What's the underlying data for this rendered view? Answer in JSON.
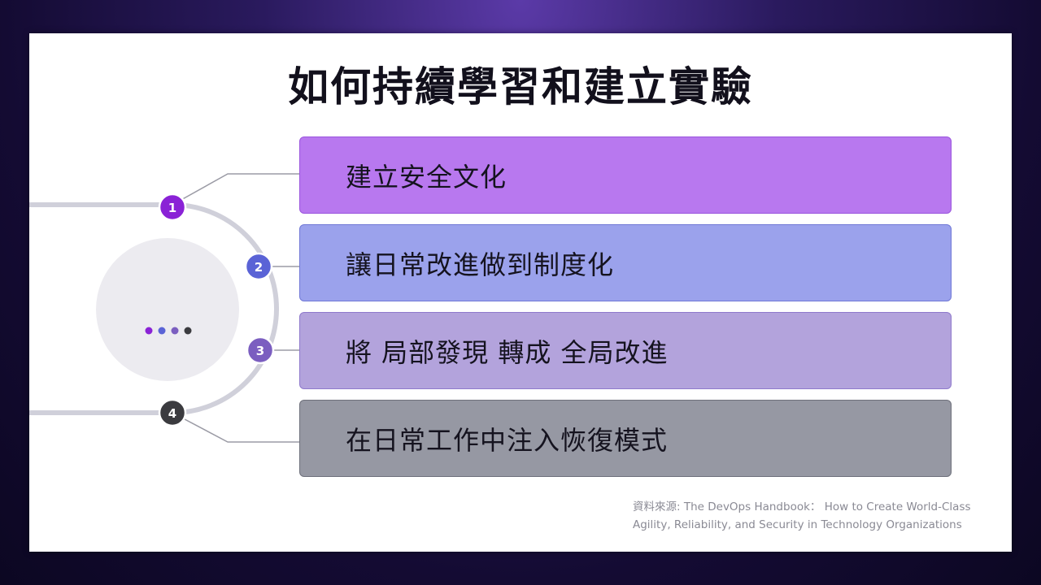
{
  "title": "如何持續學習和建立實驗",
  "items": [
    {
      "number": "1",
      "label": "建立安全文化",
      "card_color": "#b878ef",
      "card_border": "#9a55dd",
      "dot_color": "#8a22d6"
    },
    {
      "number": "2",
      "label": "讓日常改進做到制度化",
      "card_color": "#9ba2ec",
      "card_border": "#7078d6",
      "dot_color": "#5a63d6"
    },
    {
      "number": "3",
      "label": "將 局部發現 轉成 全局改進",
      "card_color": "#b3a3dc",
      "card_border": "#8f79cc",
      "dot_color": "#7b5ec0"
    },
    {
      "number": "4",
      "label": "在日常工作中注入恢復模式",
      "card_color": "#9698a3",
      "card_border": "#6e707b",
      "dot_color": "#3b3b3f"
    }
  ],
  "center_dots": [
    "#8a22d6",
    "#5a63d6",
    "#7b5ec0",
    "#3b3b3f"
  ],
  "source": {
    "line1": "資料來源: The DevOps Handbook： How to Create World-Class",
    "line2": "Agility, Reliability, and Security in Technology Organizations"
  }
}
